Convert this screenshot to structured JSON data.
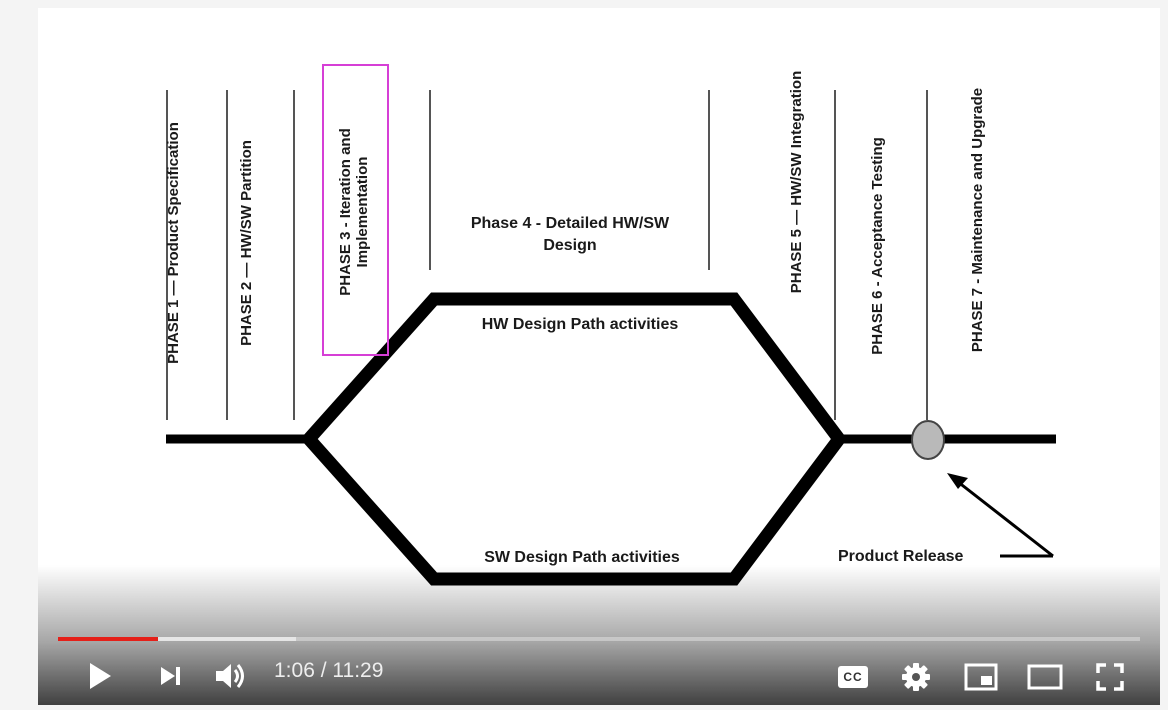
{
  "video": {
    "current_time": "1:06",
    "separator": " / ",
    "duration": "11:29",
    "played_fraction": 0.092,
    "buffered_fraction": 0.22,
    "progress_color": "#e52019"
  },
  "diagram": {
    "phases": [
      {
        "line1": "PHASE 1  — Product Specification",
        "line2": ""
      },
      {
        "line1": "PHASE 2 — HW/SW Partition",
        "line2": ""
      },
      {
        "line1": "PHASE 3 - Iteration and",
        "line2": "Implementation"
      },
      {
        "line1": "PHASE 5 — HW/SW Integration",
        "line2": ""
      },
      {
        "line1": "PHASE 6 - Acceptance Testing",
        "line2": ""
      },
      {
        "line1": "PHASE 7 - Maintenance and Upgrade",
        "line2": ""
      }
    ],
    "phase4": {
      "line1": "Phase 4 - Detailed HW/SW",
      "line2": "Design"
    },
    "hw_path": "HW Design Path activities",
    "sw_path": "SW Design Path activities",
    "release": "Product Release",
    "highlight_color": "#d63fd6"
  },
  "controls": {
    "icons": [
      "play-icon",
      "next-icon",
      "volume-icon",
      "captions-icon",
      "settings-icon",
      "miniplayer-icon",
      "theater-icon",
      "fullscreen-icon"
    ],
    "cc_text": "CC"
  }
}
